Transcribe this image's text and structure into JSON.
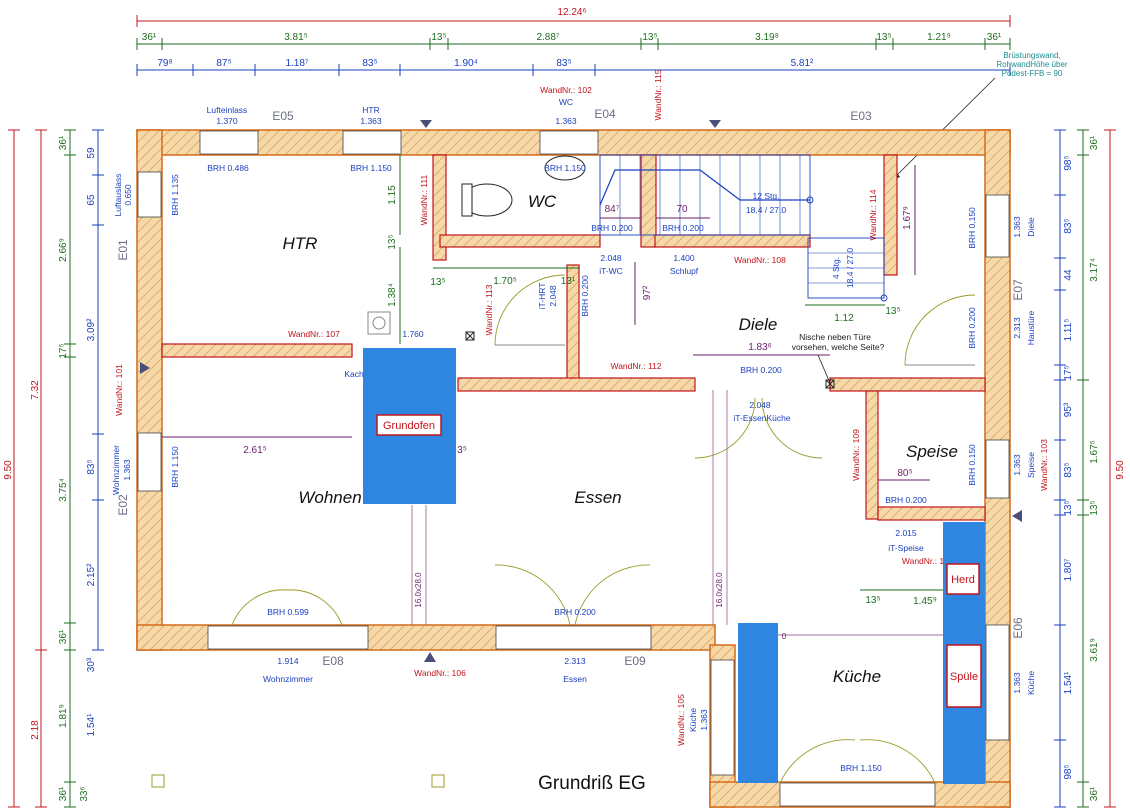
{
  "title": "Grundriß EG",
  "top_dims": {
    "overall": "12.24⁶",
    "row2": [
      "36¹",
      "3.81⁵",
      "13⁵",
      "2.88⁷",
      "13⁵",
      "3.19⁸",
      "13⁵",
      "1.21⁹",
      "36¹"
    ],
    "row3": [
      "79⁸",
      "87⁵",
      "1.18⁷",
      "83⁵",
      "1.90⁴",
      "83⁵",
      "5.81²"
    ]
  },
  "left_dims": {
    "overall": "9.50",
    "red_parts": [
      "7.32",
      "2.18"
    ],
    "green": [
      "36¹",
      "2.66⁹",
      "17⁵",
      "3.75⁴",
      "36¹",
      "1.81⁹",
      "36¹",
      "33⁶"
    ],
    "blue": [
      "59",
      "65",
      "3.09²",
      "83⁵",
      "2.15²",
      "30³",
      "1.54¹"
    ]
  },
  "right_dims": {
    "overall": "9.50",
    "green": [
      "36¹",
      "3.17⁴",
      "1.67⁵",
      "13⁵",
      "3.61⁹",
      "36¹"
    ],
    "blue": [
      "98⁵",
      "83⁵",
      "44",
      "1.11⁵",
      "17⁵",
      "95³",
      "83⁵",
      "13⁵",
      "1.80⁷",
      "1.54¹",
      "98⁵"
    ]
  },
  "note_bruestung": [
    "Brüstungswand,",
    "RohwandHöhe über",
    "Podest-FFB = 90"
  ],
  "note_nische": [
    "Nische neben Türe",
    "vorsehen, welche Seite?"
  ],
  "rooms": {
    "htr": "HTR",
    "wc": "WC",
    "diele": "Diele",
    "wohnen": "Wohnen",
    "essen": "Essen",
    "speise": "Speise",
    "kueche": "Küche"
  },
  "wall_labels": {
    "e01": "E01",
    "e02": "E02",
    "e03": "E03",
    "e04": "E04",
    "e05": "E05",
    "e06": "E06",
    "e07": "E07",
    "e08": "E08",
    "e09": "E09"
  },
  "wand_nr": {
    "w101": "WandNr.: 101",
    "w102": "WandNr.: 102",
    "w103": "WandNr.: 103",
    "w105": "WandNr.: 105",
    "w106": "WandNr.: 106",
    "w107": "WandNr.: 107",
    "w108": "WandNr.: 108",
    "w109": "WandNr.: 109",
    "w111": "WandNr.: 111",
    "w112": "WandNr.: 112",
    "w113": "WandNr.: 113",
    "w114": "WandNr.: 114",
    "w115": "WandNr.: 115",
    "w1": "WandNr.: 1"
  },
  "openings": {
    "lufteinlass": "Lufteinlass",
    "lufteinlass_w": "1.370",
    "htr": "HTR",
    "htr_w": "1.363",
    "wc": "WC",
    "wc_w": "1.363",
    "brh_486": "BRH 0.486",
    "brh_1150": "BRH 1.150",
    "brh_1150b": "BRH 1.150",
    "luftauslass": "Luftauslass",
    "luftauslass_w": "0.650",
    "brh_1135": "BRH 1.135",
    "brh_200_wc": "BRH 0.200",
    "brh_200_schlupf": "BRH 0.200",
    "wc_door": "2.048",
    "wc_door_name": "iT-WC",
    "schlupf": "1.400",
    "schlupf_name": "Schlupf",
    "ithrt": "iT-HRT",
    "ithrt_w": "2.048",
    "brh_200_hrt": "BRH 0.200",
    "stairs_main": "12 Stg.",
    "stairs_main_size": "18.4 / 27.0",
    "stairs_small": "4 Stg.",
    "stairs_small_size": "18.4 / 27.0",
    "diele_brh": "BRH 0.150",
    "diele_w": "1.363",
    "diele": "Diele",
    "haustuere_w": "2.313",
    "haustuere": "Haustüre",
    "brh_200_haus": "BRH 0.200",
    "kachel": "Kach",
    "kachel_w": "1.760",
    "brh_200_essen": "BRH 0.200",
    "essen_kueche_w": "2.048",
    "essen_kueche": "iT-EssenKüche",
    "speise_brh": "BRH 0.150",
    "speise_w": "1.363",
    "speise": "Speise",
    "brh_200_speise": "BRH 0.200",
    "it_speise_w": "2.015",
    "it_speise": "iT-Speise",
    "wz_w": "1.363",
    "wz": "Wohnzimmer",
    "brh_150_wz": "BRH 1.150",
    "brh_599": "BRH 0.599",
    "brh_200_bottom": "BRH 0.200",
    "wz_bottom_w": "1.914",
    "wz_bottom": "Wohnzimmer",
    "essen_bottom_w": "2.313",
    "essen_bottom": "Essen",
    "kueche_w": "1.363",
    "kueche_name": "Küche",
    "kueche_brh": "BRH 1.150",
    "kueche_left_w": "1.363",
    "kueche_left": "Küche"
  },
  "interior_dims": {
    "d_115": "1.15",
    "d_135_a": "13⁵",
    "d_1384": "1.38⁴",
    "d_135_b": "13⁵",
    "d_1705": "1.70⁵",
    "d_131": "13¹",
    "d_972": "97²",
    "d_847": "84⁷",
    "d_70": "70",
    "d_1679": "1.67⁹",
    "d_112": "1.12",
    "d_135_c": "13⁵",
    "d_1836": "1.83⁶",
    "d_2615": "2.61⁵",
    "d_35": "3⁵",
    "d_805": "80⁵",
    "d_135_d": "13⁵",
    "d_1459": "1.45⁹",
    "chimney_1": "16.0x28.0",
    "chimney_2": "16.0x28.0",
    "chimney_3": "0"
  },
  "blocks": {
    "grundofen": "Grundofen",
    "herd": "Herd",
    "spuele": "Spüle"
  },
  "colors": {
    "wall_fill": "#f6d9a8",
    "wall_line": "#d36a1a",
    "wall_red": "#c0141b",
    "blue_block": "#2f86e0",
    "dim_green": "#1d6e1d",
    "dim_blue": "#1a3fbf",
    "dim_red": "#c0141b",
    "dim_purple": "#6a1f6a",
    "grey_label": "#6b6f86"
  }
}
